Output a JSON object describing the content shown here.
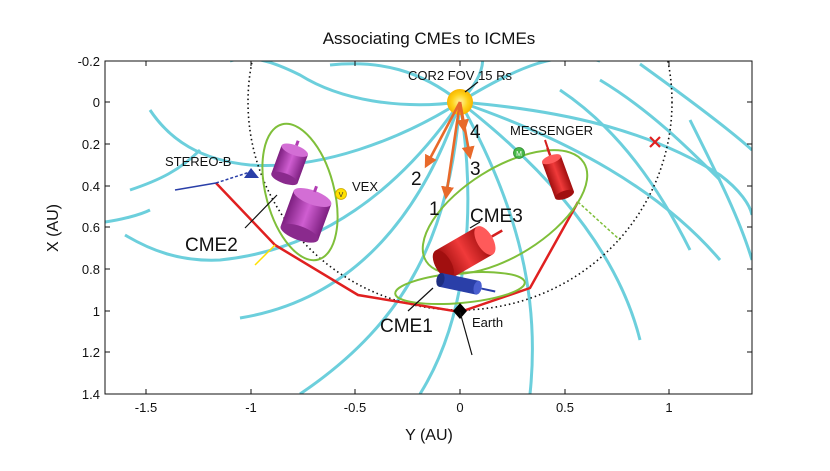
{
  "title": "Associating CMEs to ICMEs",
  "x_axis": {
    "label": "Y (AU)",
    "ticks": [
      "-1.5",
      "-1",
      "-0.5",
      "0",
      "0.5",
      "1"
    ],
    "range": [
      -1.7,
      1.4
    ]
  },
  "y_axis": {
    "label": "X (AU)",
    "ticks": [
      "-0.2",
      "0",
      "0.2",
      "0.4",
      "0.6",
      "0.8",
      "1",
      "1.2",
      "1.4"
    ],
    "range": [
      -0.2,
      1.4
    ],
    "inverted": true
  },
  "labels": {
    "cor2": "COR2 FOV 15 Rs",
    "stereo_b": "STEREO-B",
    "vex": "VEX",
    "venus_marker": "V",
    "messenger": "MESSENGER",
    "messenger_marker": "M",
    "earth": "Earth",
    "cme1": "CME1",
    "cme2": "CME2",
    "cme3": "CME3"
  },
  "cme_numbers": [
    "1",
    "2",
    "3",
    "4"
  ],
  "colors": {
    "spiral": "#6ccfdc",
    "sun": "#ffd21a",
    "arrows": "#e8692a",
    "cme_red": "#d41f1f",
    "cme_purple": "#b13cb3",
    "cme_blue": "#2a3fa8",
    "ellipse": "#7fbf3a",
    "orbit_line": "#e02020",
    "earth": "#000000",
    "stereo_b": "#2a3fa8",
    "messenger": "#48b848",
    "vex": "#ffe000",
    "cross": "#e02020"
  }
}
